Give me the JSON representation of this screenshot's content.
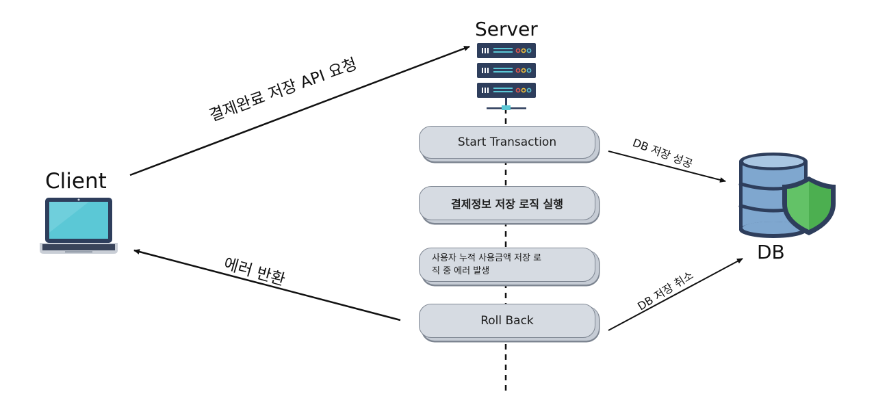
{
  "nodes": {
    "server": "Server",
    "client": "Client",
    "db": "DB"
  },
  "steps": {
    "start": "Start Transaction",
    "save": "결제정보 저장 로직 실행",
    "error_line1": "사용자 누적 사용금액 저장 로",
    "error_line2": "직 중 에러 발생",
    "rollback": "Roll Back"
  },
  "edges": {
    "request": "결제완료 저장 API 요청",
    "error_return": "에러 반환",
    "db_success": "DB 저장 성공",
    "db_cancel": "DB 저장 취소"
  },
  "icons": {
    "server": "server-rack-icon",
    "client": "laptop-icon",
    "db": "database-shield-icon"
  },
  "colors": {
    "server_unit": "#2e3e5c",
    "screen": "#5bc8d6",
    "db_body": "#7fa7cf",
    "shield": "#4caf50",
    "pill_fill": "#d6dbe2",
    "pill_border": "#7d8591"
  }
}
